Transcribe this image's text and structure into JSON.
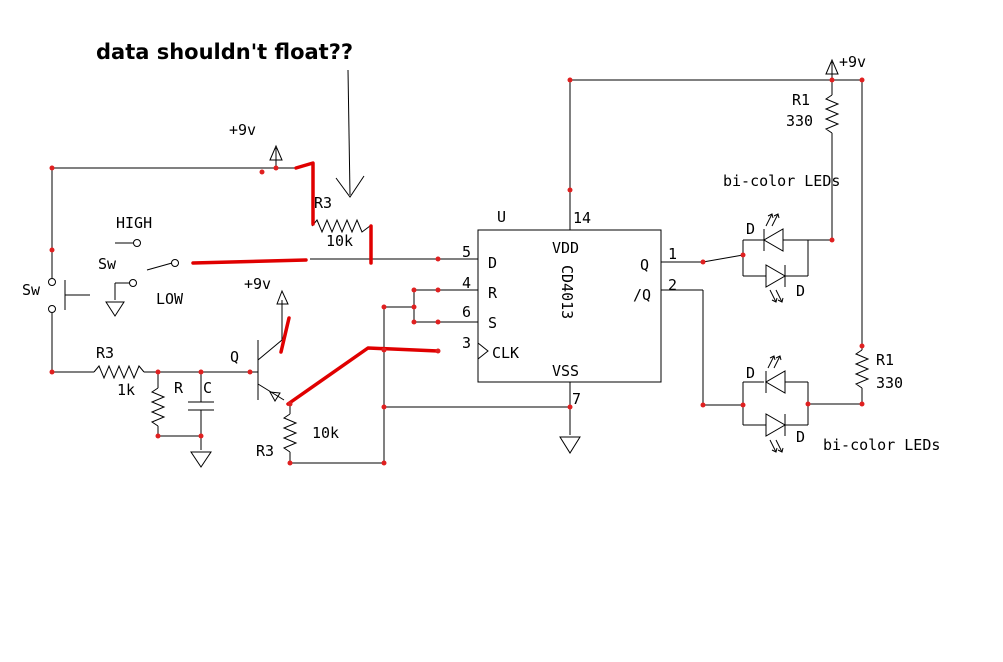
{
  "annotation": "data shouldn't float??",
  "ic": {
    "name": "CD4013",
    "ref": "U",
    "vdd": "VDD",
    "vss": "VSS",
    "pins": {
      "d": "D",
      "r": "R",
      "s": "S",
      "clk": "CLK",
      "q": "Q",
      "nq": "/Q"
    },
    "pin_numbers": {
      "vdd": "14",
      "d": "5",
      "r": "4",
      "s": "6",
      "clk": "3",
      "q": "1",
      "nq": "2",
      "vss": "7"
    }
  },
  "labels": {
    "plus9v": "+9v",
    "r3": "R3",
    "r1": "R1",
    "r": "R",
    "c": "C",
    "q": "Q",
    "sw": "Sw",
    "high": "HIGH",
    "low": "LOW",
    "d": "D",
    "val_10k": "10k",
    "val_1k": "1k",
    "val_330": "330",
    "bicolor": "bi-color LEDs"
  },
  "colors": {
    "wire": "#000000",
    "highlight": "#e00000",
    "junction": "#e02020"
  }
}
